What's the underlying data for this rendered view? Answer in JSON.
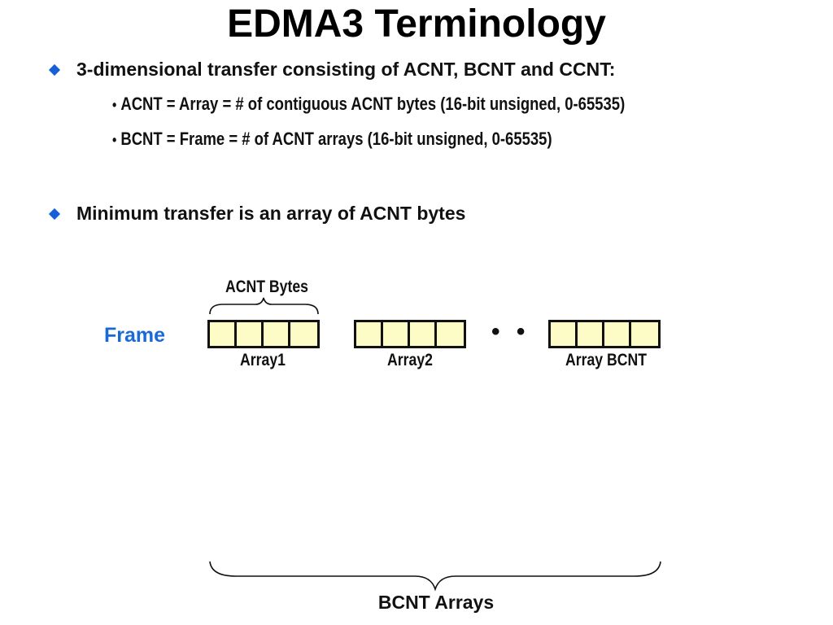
{
  "slide": {
    "title": "EDMA3 Terminology",
    "bullets": [
      {
        "text": "3-dimensional transfer consisting of ACNT, BCNT and CCNT:",
        "sub": [
          "ACNT = Array = # of contiguous ACNT bytes (16-bit unsigned, 0-65535)",
          "BCNT = Frame = # of ACNT arrays (16-bit unsigned, 0-65535)"
        ]
      },
      {
        "text": "Minimum transfer is an array of ACNT bytes"
      }
    ],
    "sub_marker": "•"
  },
  "diagram": {
    "acnt_bytes_label": "ACNT Bytes",
    "frame_label": "Frame",
    "ellipsis": "• •",
    "arrays": [
      {
        "label": "Array1",
        "cells": 4
      },
      {
        "label": "Array2",
        "cells": 4
      },
      {
        "label": "Array BCNT",
        "cells": 4
      }
    ],
    "bcnt_arrays_label": "BCNT Arrays"
  },
  "colors": {
    "bullet_diamond": "#1560d6",
    "frame_label": "#1a6ad6",
    "cell_fill": "#fdfbc6",
    "outline": "#111111"
  }
}
